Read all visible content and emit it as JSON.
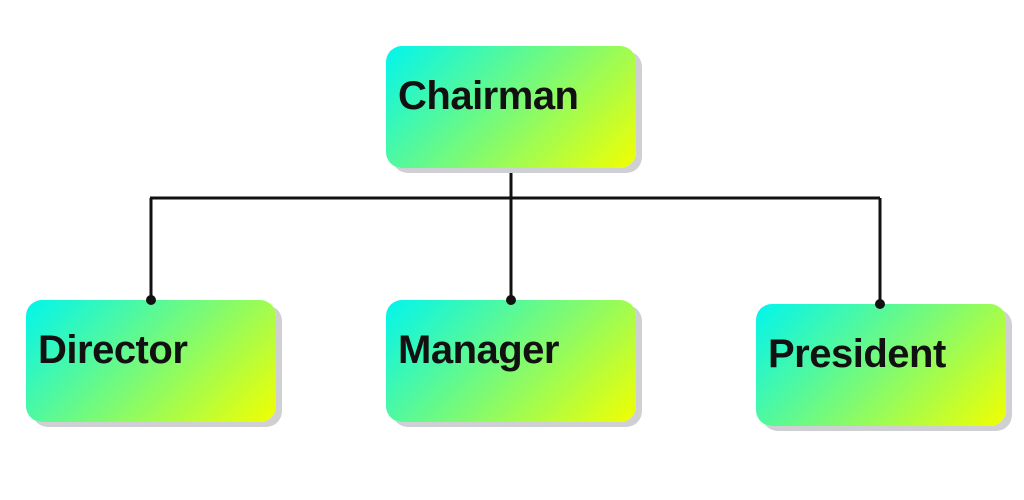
{
  "diagram": {
    "type": "org-chart",
    "colors": {
      "gradient_start": "#00f5ee",
      "gradient_end": "#f2ff00",
      "shadow": "#cfd0d3",
      "connector": "#111111",
      "text": "#111111"
    },
    "root": {
      "label": "Chairman"
    },
    "children": [
      {
        "label": "Director"
      },
      {
        "label": "Manager"
      },
      {
        "label": "President"
      }
    ]
  }
}
